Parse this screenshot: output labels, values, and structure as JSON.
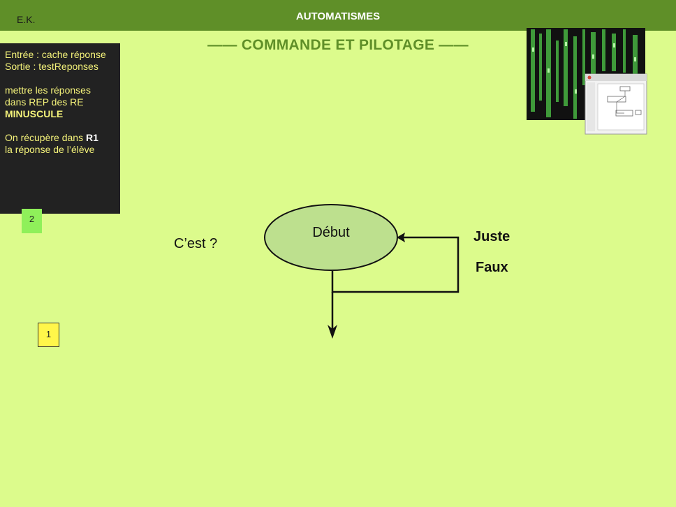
{
  "header": {
    "author": "E.K.",
    "title": "AUTOMATISMES"
  },
  "subtitle": "—— COMMANDE ET PILOTAGE ——",
  "info_panel": {
    "line1": "Entrée : cache réponse",
    "line2": "Sortie : testReponses",
    "line3": "mettre les réponses",
    "line4": "dans REP des RE",
    "line5": "MINUSCULE",
    "line6_prefix": "On récupère dans ",
    "line6_bold": "R1",
    "line7": "la réponse de l’élève"
  },
  "badges": {
    "two": "2",
    "one": "1"
  },
  "question": "C’est ?",
  "flowchart": {
    "start_label": "Début"
  },
  "answers": {
    "correct": "Juste",
    "wrong": "Faux"
  },
  "colors": {
    "background": "#dcfb8c",
    "header": "#5f8f28",
    "panel": "#222222",
    "panel_text": "#f4f27a",
    "ellipse_fill": "#bde08e",
    "badge_green": "#8ff05a",
    "badge_yellow": "#fff64a"
  },
  "icons": {
    "illustration": "matrix-code-and-program-window-image"
  }
}
